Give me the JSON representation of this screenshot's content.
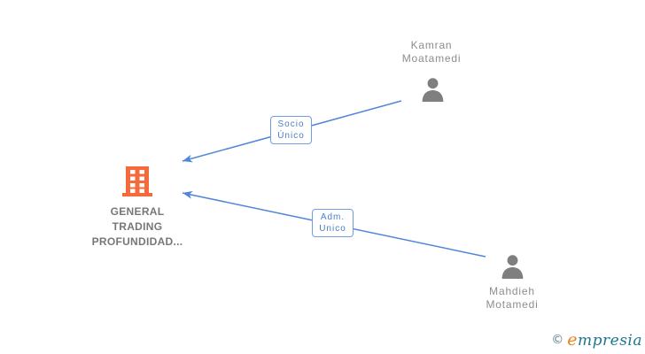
{
  "diagram": {
    "company": {
      "name_lines": [
        "GENERAL",
        "TRADING",
        "PROFUNDIDAD..."
      ],
      "icon": "building-icon",
      "icon_color": "#f5693d",
      "text_color": "#777777"
    },
    "people": [
      {
        "id": "kamran",
        "name_lines": [
          "Kamran",
          "Moatamedi"
        ],
        "icon": "person-icon"
      },
      {
        "id": "mahdieh",
        "name_lines": [
          "Mahdieh",
          "Motamedi"
        ],
        "icon": "person-icon"
      }
    ],
    "relationships": [
      {
        "from": "kamran",
        "to": "company",
        "label_lines": [
          "Socio",
          "Único"
        ]
      },
      {
        "from": "mahdieh",
        "to": "company",
        "label_lines": [
          "Adm.",
          "Unico"
        ]
      }
    ],
    "colors": {
      "edge_line": "#4f86d8",
      "label_border": "#6f9fe3",
      "label_text": "#4a7fc4",
      "person_icon": "#7f7f7f",
      "person_text": "#8d8d8d"
    }
  },
  "footer": {
    "copyright_symbol": "©",
    "brand_initial": "e",
    "brand_rest": "mpresia"
  }
}
